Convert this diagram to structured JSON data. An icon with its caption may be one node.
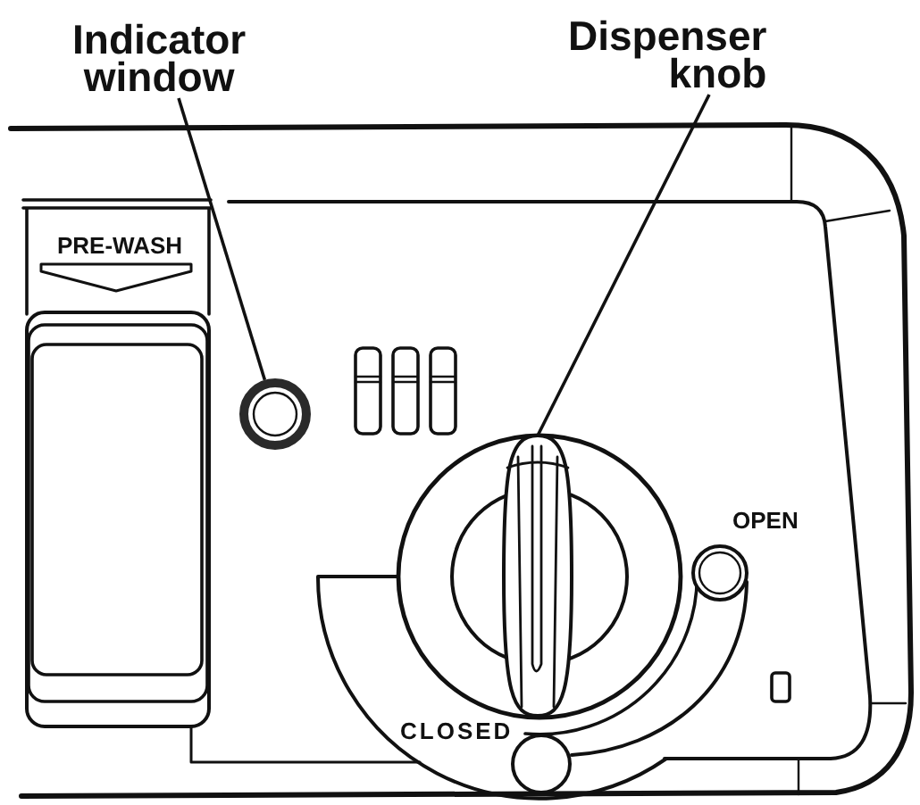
{
  "diagram": {
    "nodes": [
      {
        "text": [
          "Indicator window"
        ]
      },
      {
        "text": [],
        "shape": "circle"
      },
      {
        "text": [
          "Dispenser knob"
        ]
      },
      {
        "text": [],
        "shape": "picture"
      }
    ],
    "edges": [
      {
        "from": 0,
        "to": 1,
        "arrow": "none"
      },
      {
        "from": 2,
        "to": 3,
        "arrow": "none"
      }
    ],
    "labels": [
      "PRE-WASH",
      "OPEN",
      "CLOSED"
    ]
  }
}
